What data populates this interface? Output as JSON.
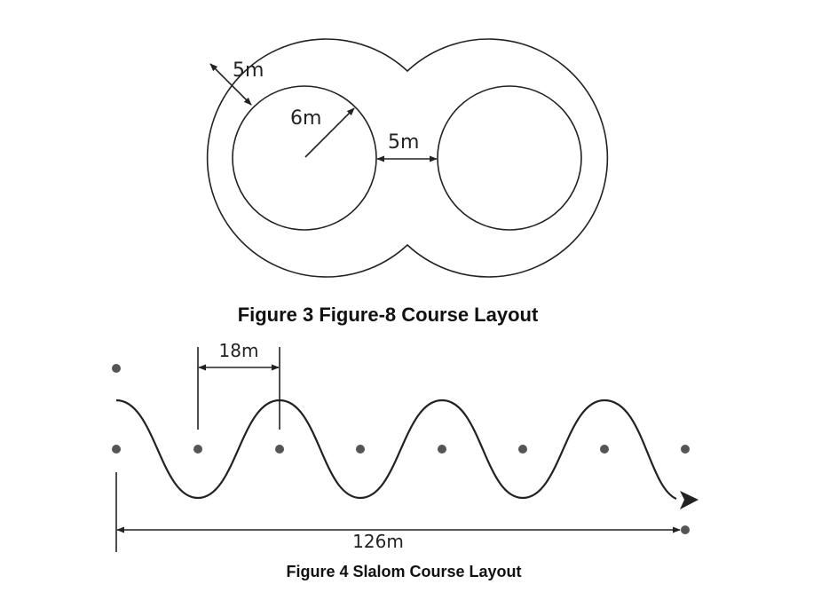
{
  "figure3": {
    "caption": "Figure 3 Figure-8 Course Layout",
    "labels": {
      "outer_width": "5m",
      "inner_radius": "6m",
      "gap": "5m"
    }
  },
  "figure4": {
    "caption": "Figure 4 Slalom Course Layout",
    "labels": {
      "spacing": "18m",
      "total_length": "126m"
    }
  }
}
